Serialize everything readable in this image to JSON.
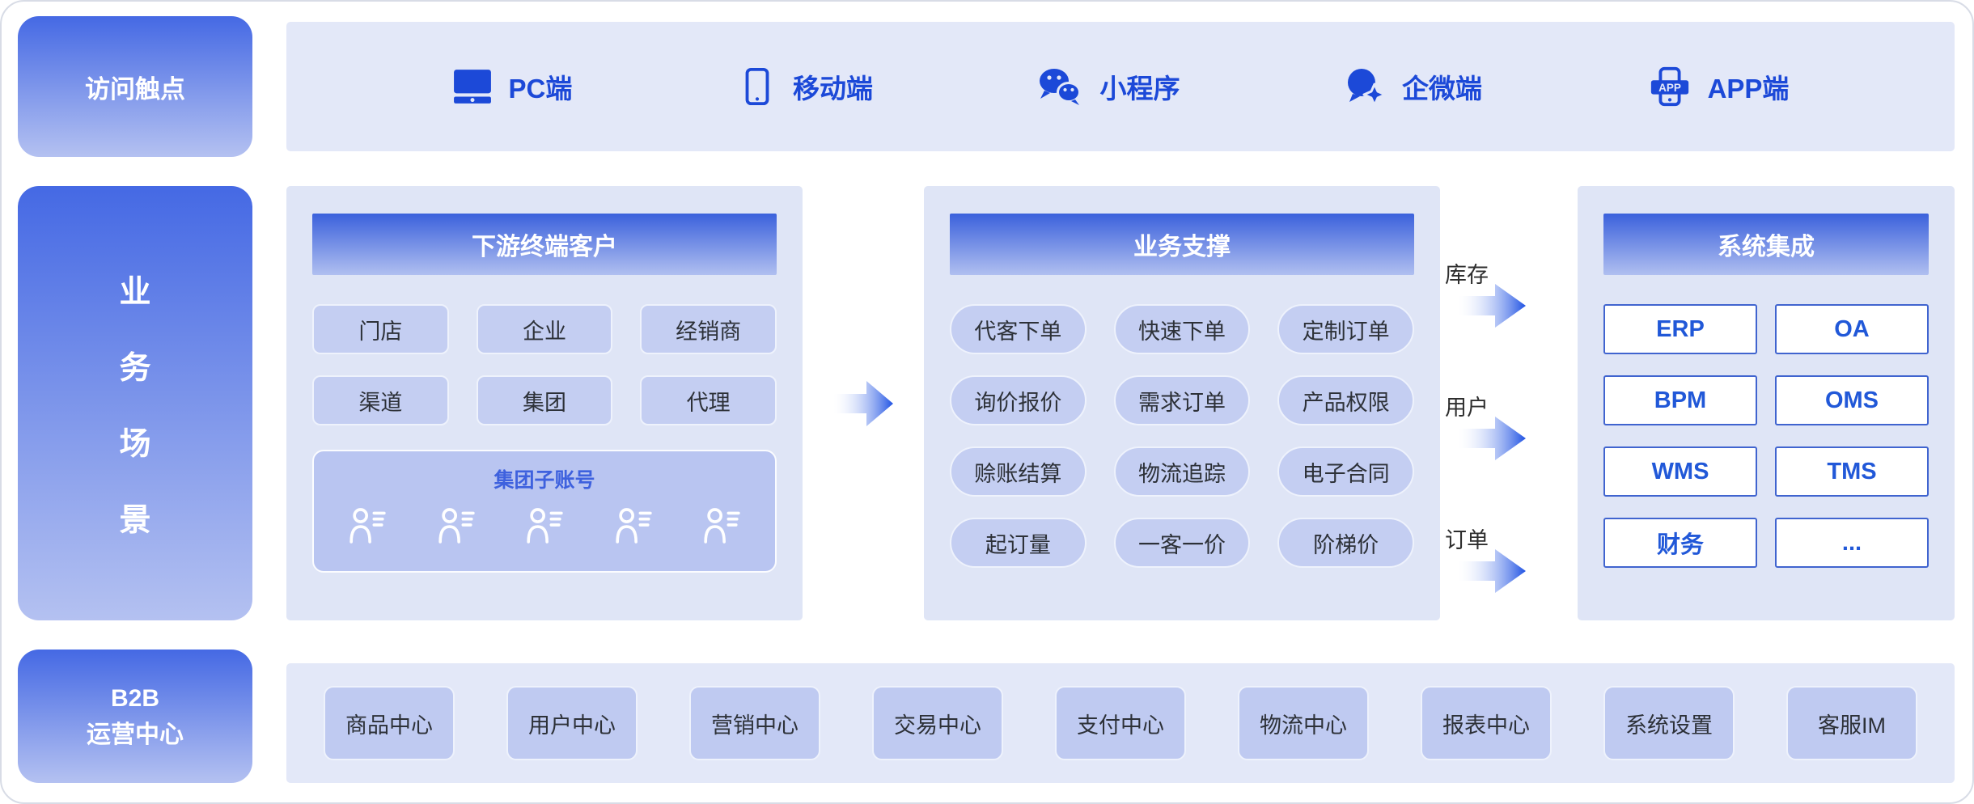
{
  "colors": {
    "accent_blue": "#1c49d8",
    "rail_gradient_top": "#4569e4",
    "rail_gradient_bottom": "#b4c1f1",
    "panel_header_gradient_top": "#3b61dc",
    "panel_header_gradient_bottom": "#b0bff0",
    "panel_bg": "#dfe5f6",
    "bar_bg": "#e3e8f8",
    "chip_bg": "#c4cef2",
    "subaccount_bg": "#b9c5f1",
    "system_box_border": "#4064cf",
    "arrow_blue": "#1f52e3"
  },
  "left_rail": {
    "access_label": "访问触点",
    "scene_chars": [
      "业",
      "务",
      "场",
      "景"
    ],
    "b2b_line1": "B2B",
    "b2b_line2": "运营中心"
  },
  "channels": {
    "items": [
      {
        "icon": "pc-icon",
        "label": "PC端"
      },
      {
        "icon": "mobile-icon",
        "label": "移动端"
      },
      {
        "icon": "wechat-icon",
        "label": "小程序"
      },
      {
        "icon": "wecom-icon",
        "label": "企微端"
      },
      {
        "icon": "app-icon",
        "label": "APP端"
      }
    ]
  },
  "downstream_panel": {
    "title": "下游终端客户",
    "items": [
      "门店",
      "企业",
      "经销商",
      "渠道",
      "集团",
      "代理"
    ],
    "subaccount": {
      "title": "集团子账号",
      "user_icons": 5
    }
  },
  "business_panel": {
    "title": "业务支撑",
    "items": [
      "代客下单",
      "快速下单",
      "定制订单",
      "询价报价",
      "需求订单",
      "产品权限",
      "赊账结算",
      "物流追踪",
      "电子合同",
      "起订量",
      "一客一价",
      "阶梯价"
    ]
  },
  "flow_arrows": {
    "labels": [
      "库存",
      "用户",
      "订单"
    ]
  },
  "integration_panel": {
    "title": "系统集成",
    "items": [
      "ERP",
      "OA",
      "BPM",
      "OMS",
      "WMS",
      "TMS",
      "财务",
      "..."
    ]
  },
  "operation_center": {
    "items": [
      "商品中心",
      "用户中心",
      "营销中心",
      "交易中心",
      "支付中心",
      "物流中心",
      "报表中心",
      "系统设置",
      "客服IM"
    ]
  }
}
